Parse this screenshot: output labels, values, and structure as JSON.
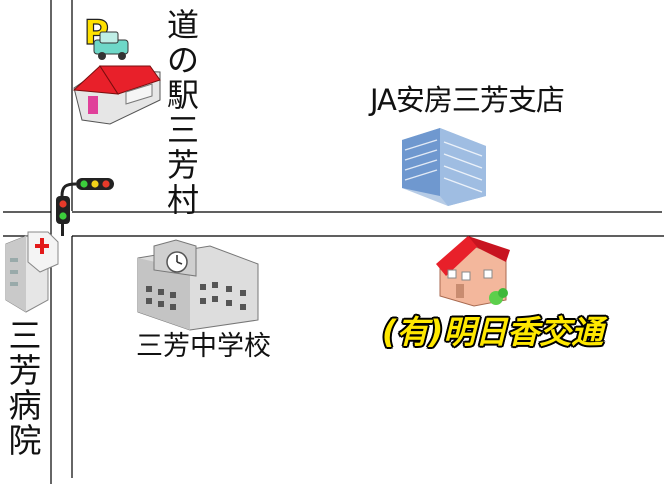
{
  "labels": {
    "michi_no_eki": "道の駅三芳村",
    "ja_branch": "JA安房三芳支店",
    "hospital": "三芳病院",
    "school": "三芳中学校",
    "taxi": "(有)明日香交通"
  },
  "icons": {
    "parking": "P",
    "colors": {
      "road": "#000000",
      "parking_sign": "#ffe100",
      "car": "#6ed8c8",
      "roof": "#e8202a",
      "hospital_cross": "#e31a1a",
      "building_blue": "#7ea6d6",
      "taxi_text": "#ffe800",
      "school_gray": "#c4c4c4"
    }
  }
}
